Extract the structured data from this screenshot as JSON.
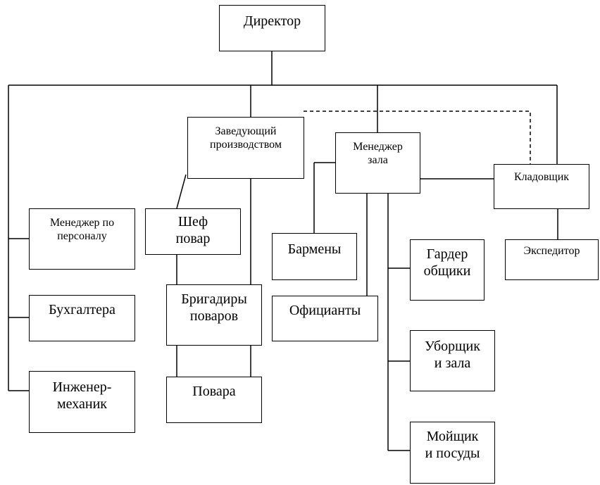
{
  "nodes": {
    "director": "Директор",
    "head_production": "Заведующий\nпроизводством",
    "hall_manager": "Менеджер\nзала",
    "storekeeper": "Кладовщик",
    "hr_manager": "Менеджер по\nперсоналу",
    "chef": "Шеф\nповар",
    "bartenders": "Бармены",
    "cloakroom": "Гардер\nобщики",
    "forwarder": "Экспедитор",
    "accountants": "Бухгалтера",
    "foremen_cooks": "Бригадиры\nповаров",
    "waiters": "Официанты",
    "cleaner": "Уборщик\nи зала",
    "engineer": "Инженер-\nмеханик",
    "cooks": "Повара",
    "dishwasher": "Мойщик\nи посуды"
  }
}
